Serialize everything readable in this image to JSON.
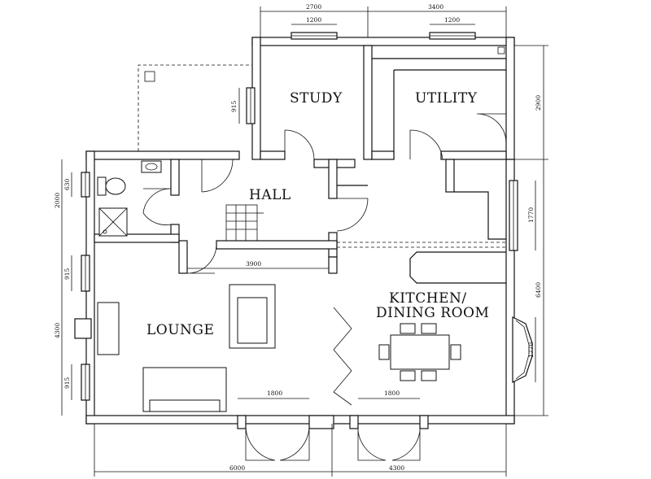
{
  "rooms": {
    "study": "STUDY",
    "utility": "UTILITY",
    "hall": "HALL",
    "lounge": "LOUNGE",
    "kitchen_line1": "KITCHEN/",
    "kitchen_line2": "DINING ROOM"
  },
  "dimensions": {
    "top_study_width": "2700",
    "top_utility_width": "3400",
    "study_window": "1200",
    "utility_window": "1200",
    "study_side_window": "915",
    "utility_depth": "2900",
    "wc_window": "630",
    "wc_depth": "2000",
    "hall_width": "3900",
    "kitchen_window": "1770",
    "kitchen_depth": "6400",
    "bay_window": "1770",
    "lounge_window_upper": "915",
    "lounge_depth": "4300",
    "lounge_window_lower": "915",
    "lounge_doors": "1800",
    "kitchen_doors": "1800",
    "bottom_lounge_width": "6000",
    "bottom_kitchen_width": "4300"
  }
}
